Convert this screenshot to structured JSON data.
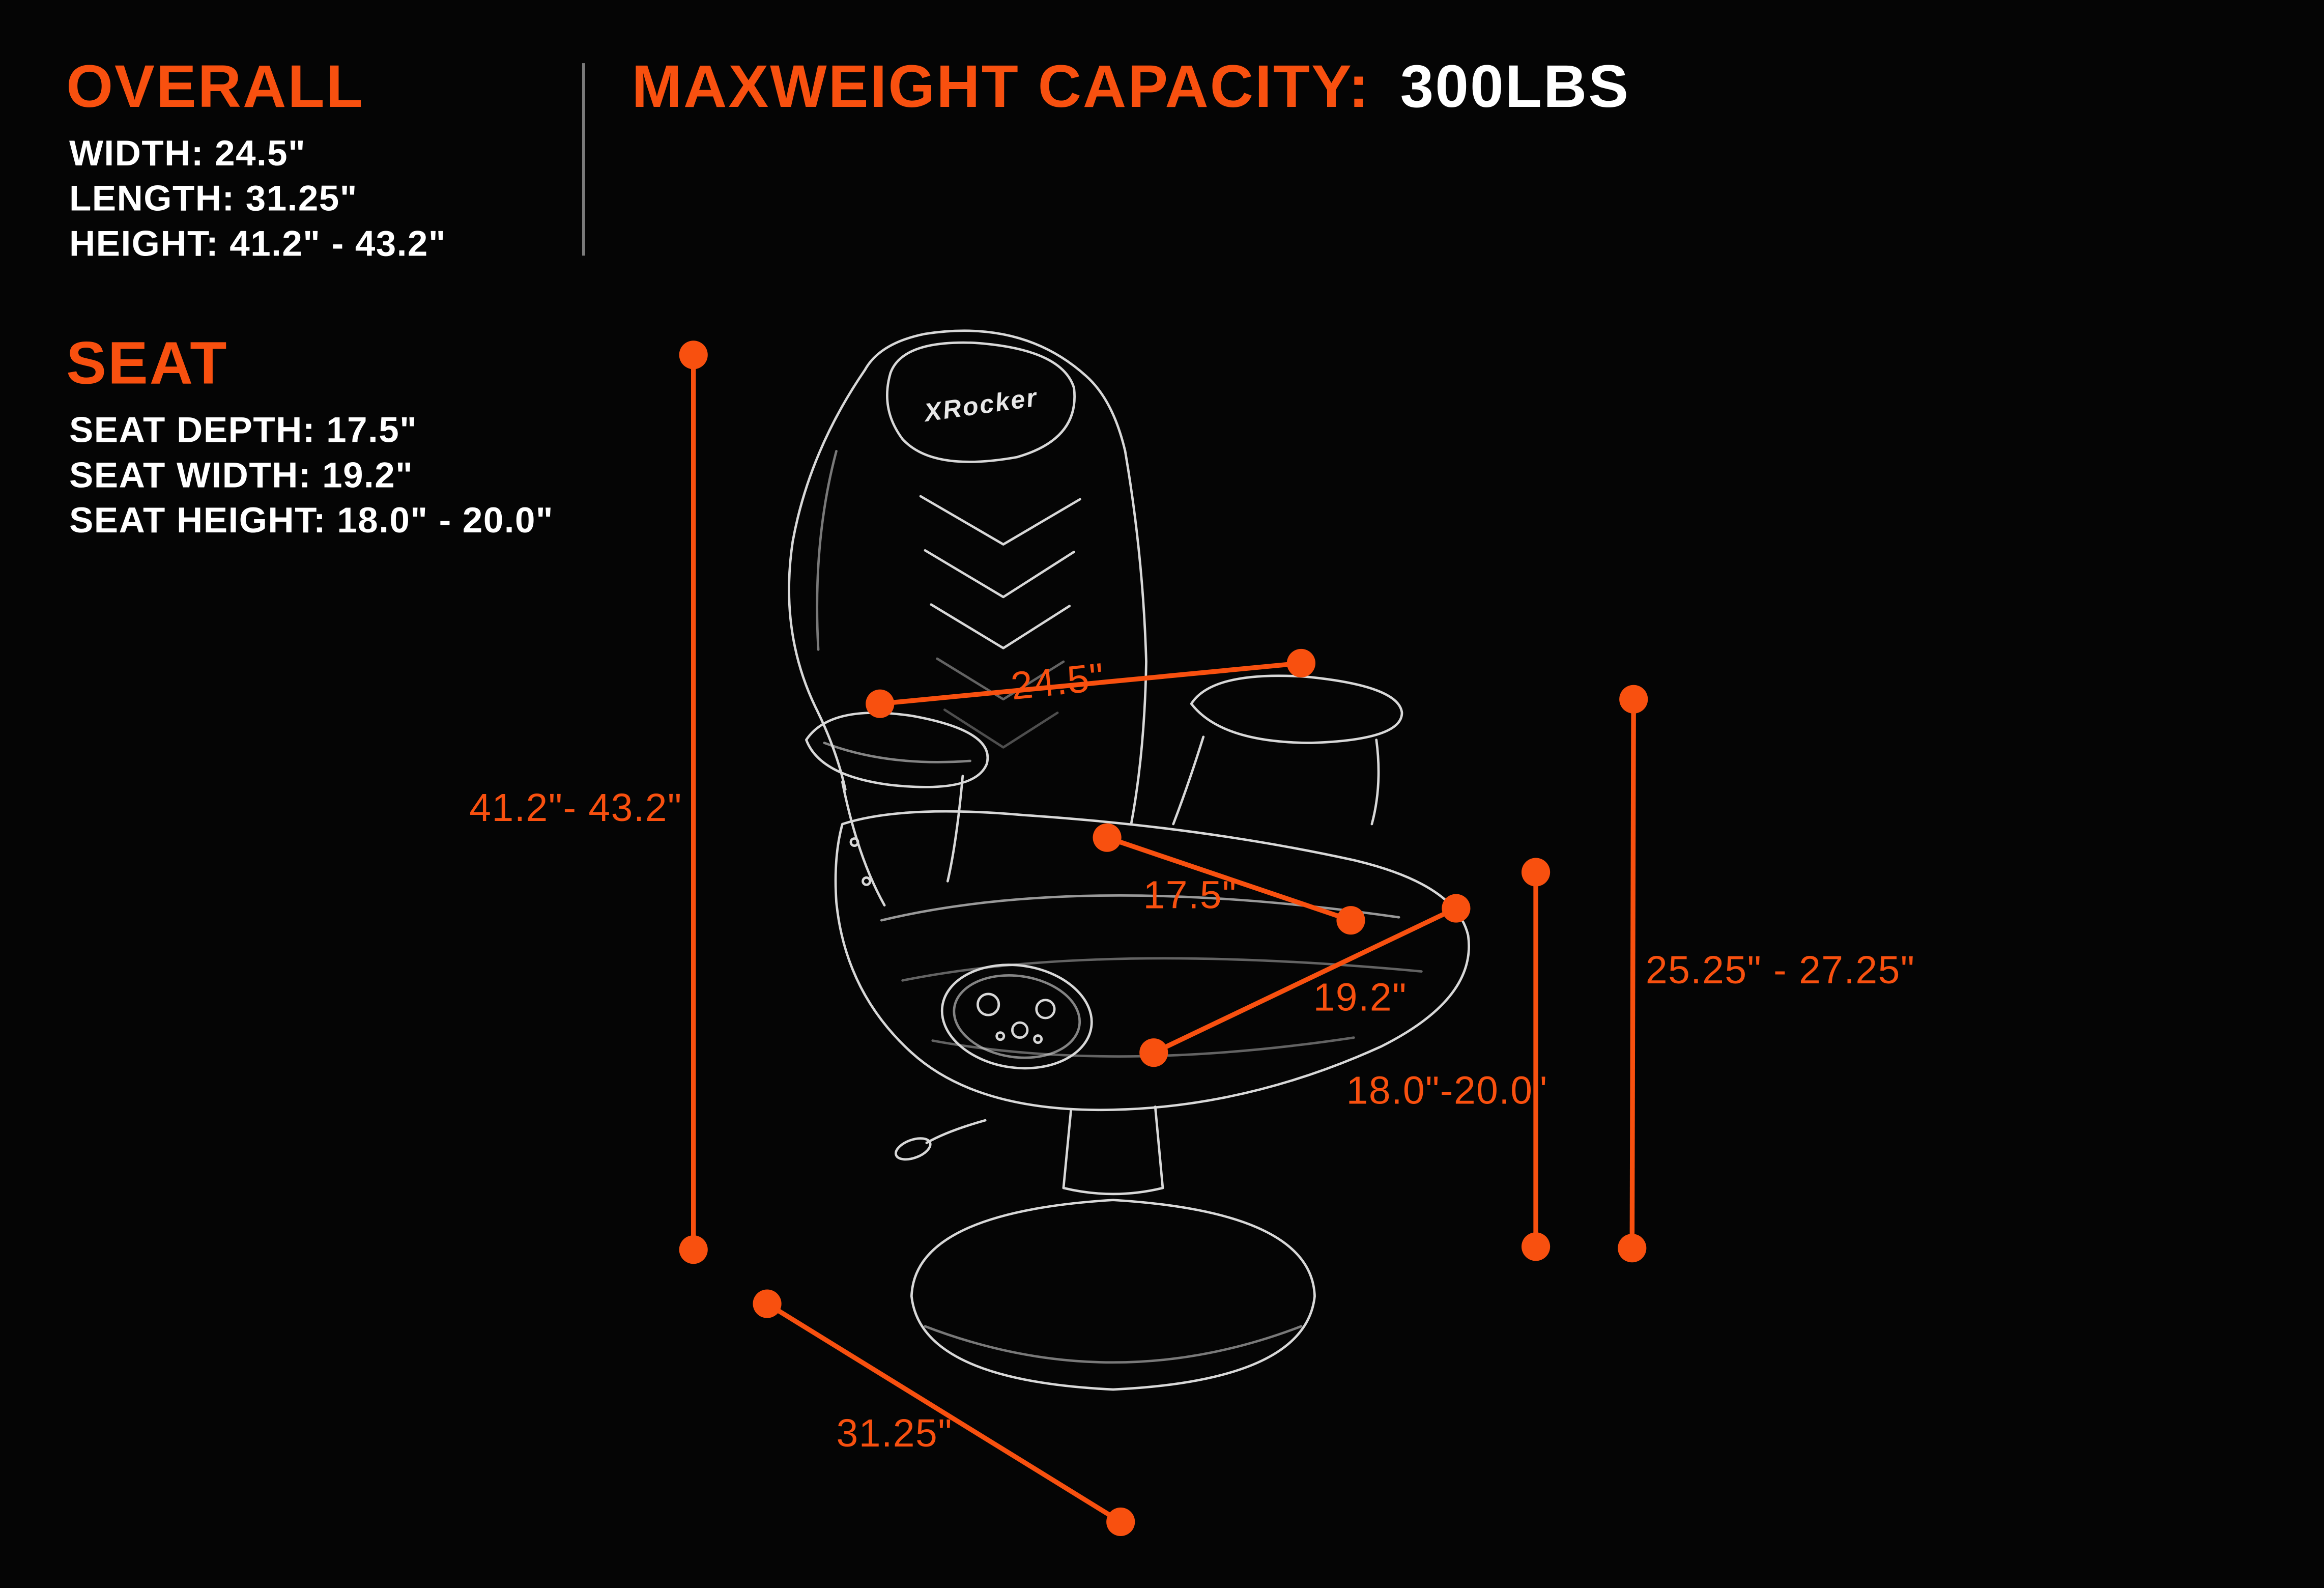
{
  "colors": {
    "accent": "#f8500f",
    "background": "#050505",
    "line_art": "#d8d8d8",
    "text": "#ffffff"
  },
  "header": {
    "title": "MAXWEIGHT CAPACITY:",
    "value": "300LBS"
  },
  "overall": {
    "heading": "OVERALL",
    "specs": [
      "WIDTH: 24.5\"",
      "LENGTH: 31.25\"",
      "HEIGHT: 41.2\" - 43.2\""
    ]
  },
  "seat": {
    "heading": "SEAT",
    "specs": [
      "SEAT DEPTH: 17.5\"",
      "SEAT WIDTH: 19.2\"",
      "SEAT HEIGHT: 18.0\" - 20.0\""
    ]
  },
  "chair": {
    "brand": "XRocker"
  },
  "dimensions": {
    "height": "41.2\"- 43.2\"",
    "width": "24.5\"",
    "seat_depth": "17.5\"",
    "seat_width": "19.2\"",
    "seat_height": "18.0\"-20.0\"",
    "back_height": "25.25\" - 27.25\"",
    "length": "31.25\""
  }
}
